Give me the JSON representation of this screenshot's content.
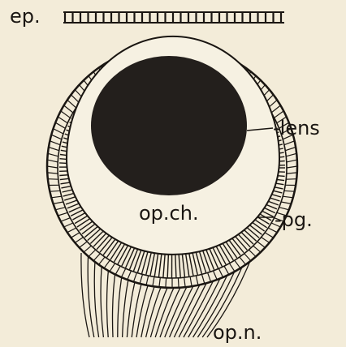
{
  "labels": {
    "epidermis": "ep.",
    "lens": "-lens",
    "optic_chamber": "op.ch.",
    "pigment": "-pg.",
    "optic_nerve": "op.n."
  },
  "colors": {
    "background": "#f3ecd9",
    "ink": "#1a1612",
    "lens_fill": "#231f1c"
  }
}
